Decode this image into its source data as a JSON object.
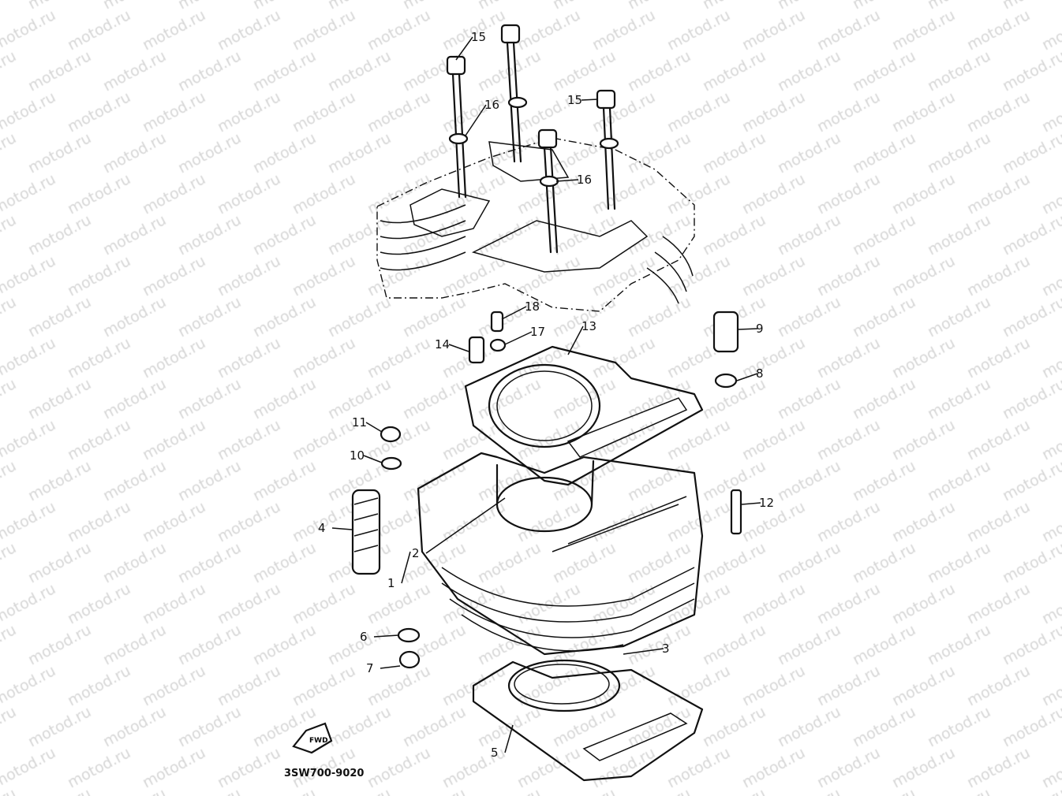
{
  "watermark": "motod.ru",
  "diagram_code": "3SW700-9020",
  "direction_arrow": "FWD",
  "callouts": [
    {
      "label": "15"
    },
    {
      "label": "15"
    },
    {
      "label": "16"
    },
    {
      "label": "16"
    },
    {
      "label": "18"
    },
    {
      "label": "17"
    },
    {
      "label": "13"
    },
    {
      "label": "14"
    },
    {
      "label": "9"
    },
    {
      "label": "8"
    },
    {
      "label": "11"
    },
    {
      "label": "10"
    },
    {
      "label": "4"
    },
    {
      "label": "2"
    },
    {
      "label": "1"
    },
    {
      "label": "12"
    },
    {
      "label": "6"
    },
    {
      "label": "7"
    },
    {
      "label": "3"
    },
    {
      "label": "5"
    }
  ]
}
